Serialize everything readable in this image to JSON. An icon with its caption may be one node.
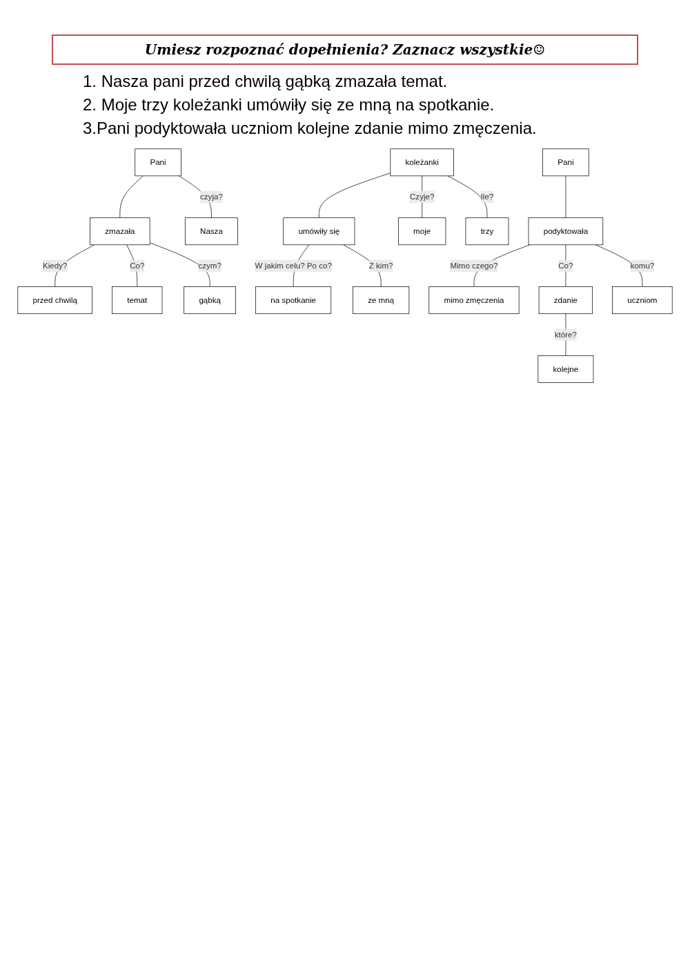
{
  "diagram": {
    "title": "Umiesz rozpoznać dopełnienia? Zaznacz wszystkie☺",
    "nodes": [
      {
        "text": [
          "Pani"
        ]
      },
      {
        "text": [
          "zmazała"
        ]
      },
      {
        "text": [
          "Nasza"
        ]
      },
      {
        "text": [
          "przed chwilą"
        ]
      },
      {
        "text": [
          "temat"
        ]
      },
      {
        "text": [
          "gąbką"
        ]
      },
      {
        "text": [
          "koleżanki"
        ]
      },
      {
        "text": [
          "umówiły się"
        ]
      },
      {
        "text": [
          "moje"
        ]
      },
      {
        "text": [
          "trzy"
        ]
      },
      {
        "text": [
          "na spotkanie"
        ]
      },
      {
        "text": [
          "ze mną"
        ]
      },
      {
        "text": [
          "Pani"
        ]
      },
      {
        "text": [
          "podyktowała"
        ]
      },
      {
        "text": [
          "mimo zmęczenia"
        ]
      },
      {
        "text": [
          "zdanie"
        ]
      },
      {
        "text": [
          "uczniom"
        ]
      },
      {
        "text": [
          "kolejne"
        ]
      }
    ],
    "edges": [
      {
        "from": 0,
        "to": 1,
        "arrow": "none"
      },
      {
        "from": 0,
        "to": 2,
        "arrow": "none",
        "label": "czyja?"
      },
      {
        "from": 1,
        "to": 3,
        "arrow": "none",
        "label": "Kiedy?"
      },
      {
        "from": 1,
        "to": 4,
        "arrow": "none",
        "label": "Co?"
      },
      {
        "from": 1,
        "to": 5,
        "arrow": "none",
        "label": "czym?"
      },
      {
        "from": 6,
        "to": 7,
        "arrow": "none"
      },
      {
        "from": 6,
        "to": 8,
        "arrow": "none",
        "label": "Czyje?"
      },
      {
        "from": 6,
        "to": 9,
        "arrow": "none",
        "label": "Ile?"
      },
      {
        "from": 7,
        "to": 10,
        "arrow": "none",
        "label": "W jakim celu? Po co?"
      },
      {
        "from": 7,
        "to": 11,
        "arrow": "none",
        "label": "Z kim?"
      },
      {
        "from": 12,
        "to": 13,
        "arrow": "none"
      },
      {
        "from": 13,
        "to": 14,
        "arrow": "none",
        "label": "Mimo czego?"
      },
      {
        "from": 13,
        "to": 15,
        "arrow": "none",
        "label": "Co?"
      },
      {
        "from": 13,
        "to": 16,
        "arrow": "none",
        "label": "komu?"
      },
      {
        "from": 15,
        "to": 17,
        "arrow": "none",
        "label": "które?"
      }
    ],
    "labels": [
      "1. Nasza pani przed chwilą gąbką zmazała temat.",
      "2. Moje trzy koleżanki umówiły się ze mną na spotkanie.",
      "3.Pani podyktowała uczniom kolejne zdanie mimo zmęczenia."
    ]
  }
}
